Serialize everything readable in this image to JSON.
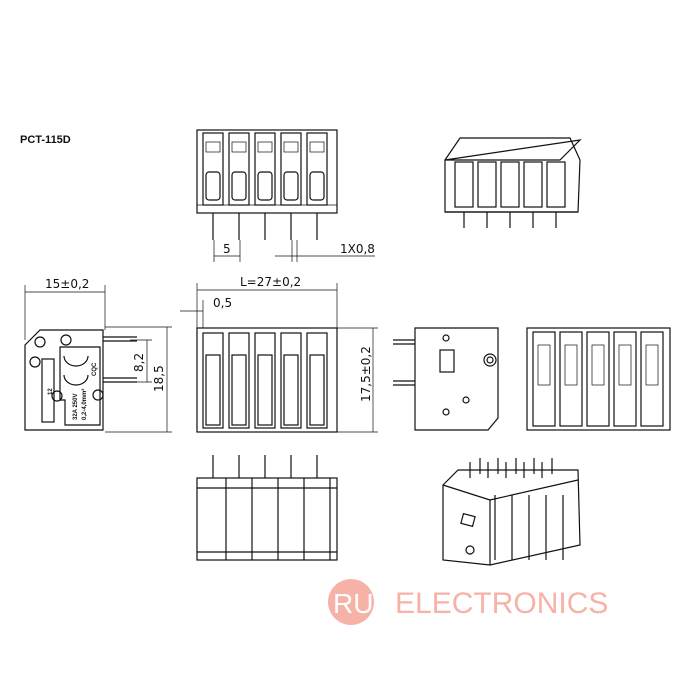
{
  "title": "PCT-115D",
  "dimensions": {
    "pitch": "5",
    "pin_size": "1X0,8",
    "width": "15±0,2",
    "length": "L=27±0,2",
    "offset": "0,5",
    "pin_spacing": "8,2",
    "overall_height": "18,5",
    "body_height": "17,5±0,2"
  },
  "side_label": {
    "strip": "12",
    "rating": "32A 250V",
    "wire": "0,2-4,0mm²",
    "cert": "CQC"
  },
  "poles": 5,
  "watermark": {
    "badge": "RU",
    "text": "ELECTRONICS",
    "color": "#f7a99c"
  }
}
